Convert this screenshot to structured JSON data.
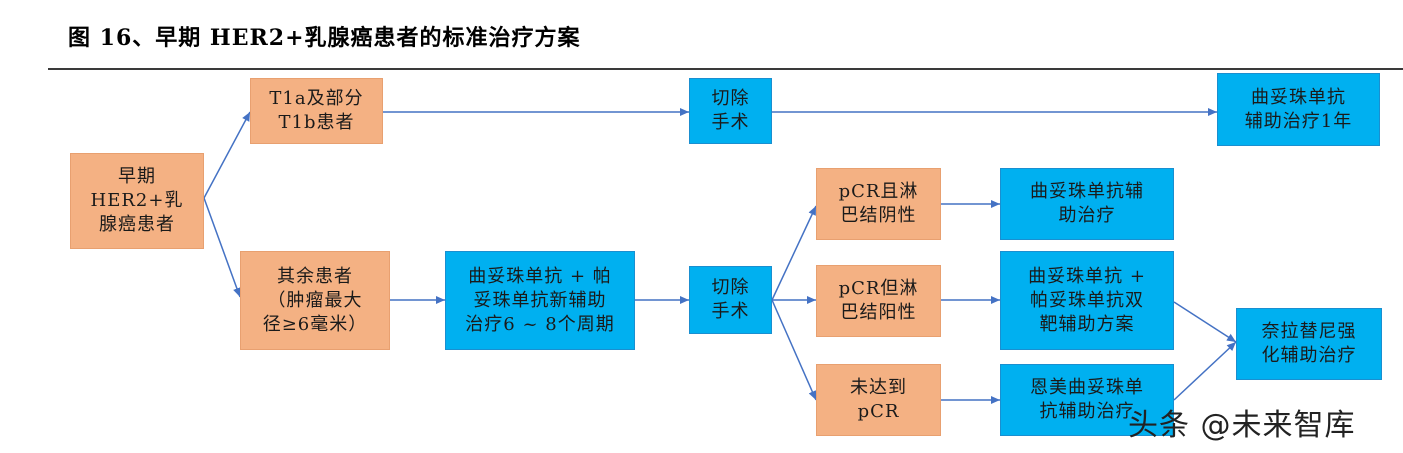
{
  "title": "图 16、早期 HER2+乳腺癌患者的标准治疗方案",
  "nodes": {
    "early": "早期\nHER2+乳\n腺癌患者",
    "t1": "T1a及部分\nT1b患者",
    "surgery_top": "切除\n手术",
    "tras_1yr": "曲妥珠单抗\n辅助治疗1年",
    "other": "其余患者\n（肿瘤最大\n径≥6毫米）",
    "neoadj": "曲妥珠单抗 + 帕\n妥珠单抗新辅助\n治疗6 ~ 8个周期",
    "surgery_mid": "切除\n手术",
    "pcr_neg": "pCR且淋\n巴结阴性",
    "pcr_pos": "pCR但淋\n巴结阳性",
    "no_pcr": "未达到\npCR",
    "tras_adj": "曲妥珠单抗辅\n助治疗",
    "dual_adj": "曲妥珠单抗 +\n帕妥珠单抗双\n靶辅助方案",
    "tdm1_adj": "恩美曲妥珠单\n抗辅助治疗",
    "neratinib": "奈拉替尼强\n化辅助治疗"
  },
  "watermark": "头条 @未来智库",
  "colors": {
    "orange": "#f4b183",
    "blue": "#00b0f0",
    "arrow": "#4472c4"
  }
}
